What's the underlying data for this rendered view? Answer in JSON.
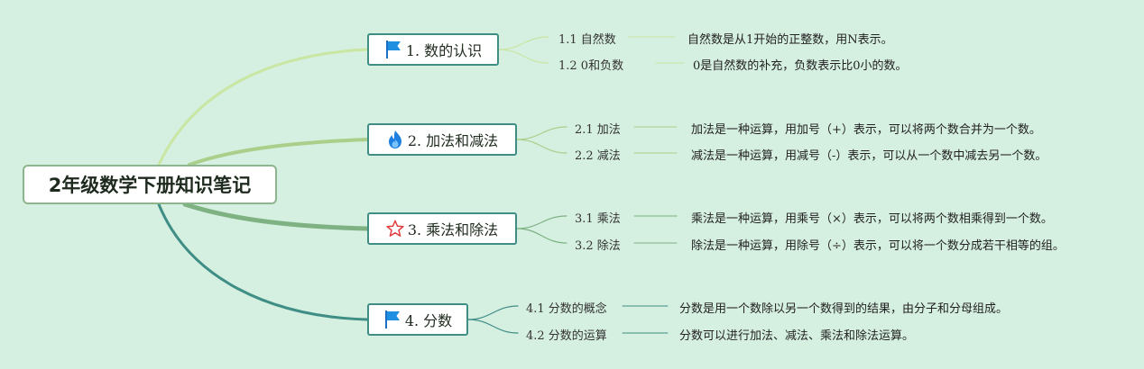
{
  "root": {
    "label": "2年级数学下册知识笔记"
  },
  "branches": [
    {
      "label": "1. 数的认识",
      "icon": "flag-icon",
      "color": "#c9e6a2",
      "items": [
        {
          "label": "1.1 自然数",
          "desc": "自然数是从1开始的正整数，用N表示。"
        },
        {
          "label": "1.2 0和负数",
          "desc": "0是自然数的补充，负数表示比0小的数。"
        }
      ]
    },
    {
      "label": "2. 加法和减法",
      "icon": "fire-icon",
      "color": "#a9cf8a",
      "items": [
        {
          "label": "2.1 加法",
          "desc": "加法是一种运算，用加号（+）表示，可以将两个数合并为一个数。"
        },
        {
          "label": "2.2 减法",
          "desc": "减法是一种运算，用减号（-）表示，可以从一个数中减去另一个数。"
        }
      ]
    },
    {
      "label": "3. 乘法和除法",
      "icon": "star-icon",
      "color": "#7eb283",
      "items": [
        {
          "label": "3.1 乘法",
          "desc": "乘法是一种运算，用乘号（×）表示，可以将两个数相乘得到一个数。"
        },
        {
          "label": "3.2 除法",
          "desc": "除法是一种运算，用除号（÷）表示，可以将一个数分成若干相等的组。"
        }
      ]
    },
    {
      "label": "4. 分数",
      "icon": "flag-icon",
      "color": "#3f8e86",
      "items": [
        {
          "label": "4.1 分数的概念",
          "desc": "分数是用一个数除以另一个数得到的结果，由分子和分母组成。"
        },
        {
          "label": "4.2 分数的运算",
          "desc": "分数可以进行加法、减法、乘法和除法运算。"
        }
      ]
    }
  ]
}
